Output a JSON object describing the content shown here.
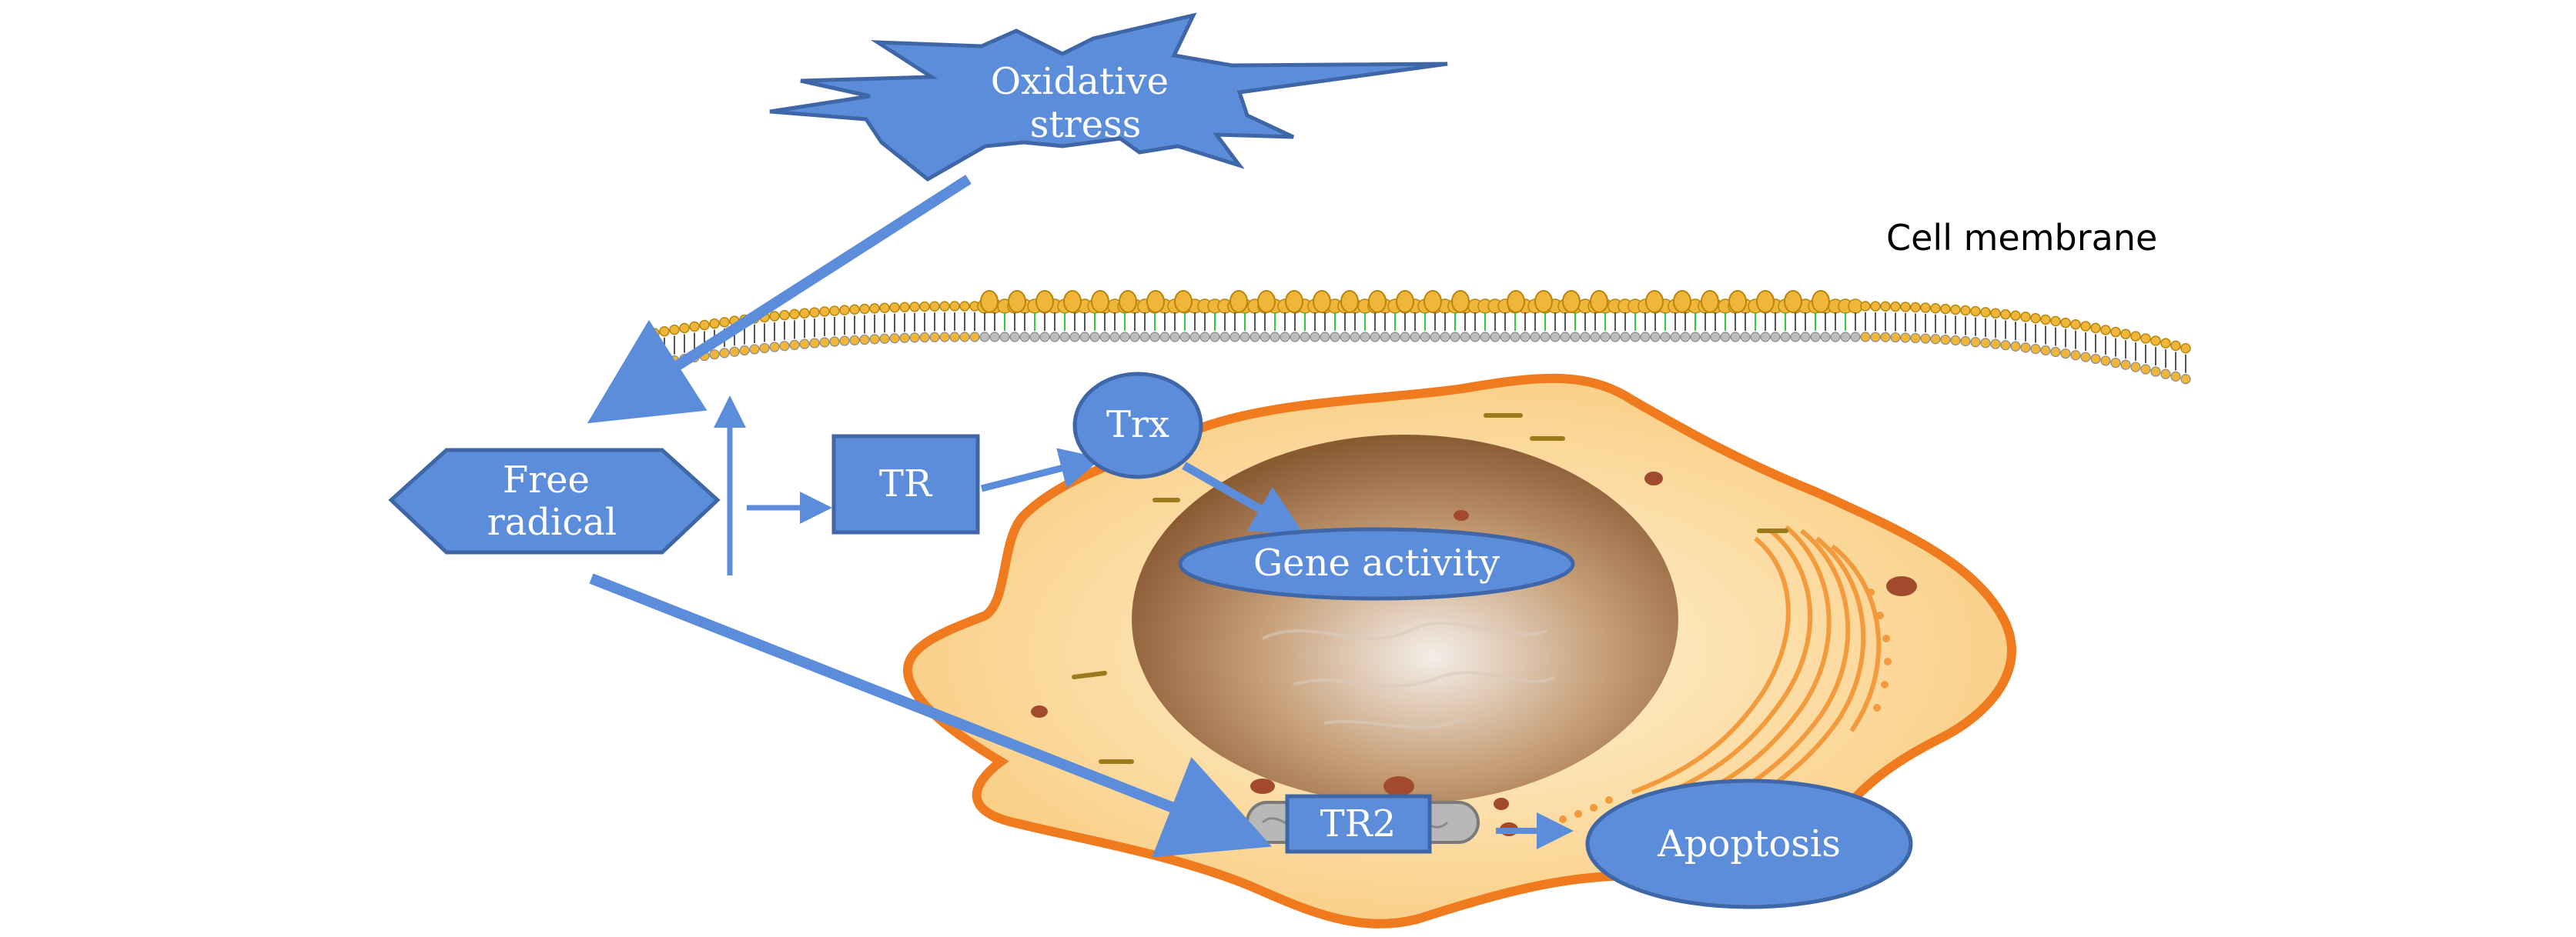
{
  "diagram": {
    "labels": {
      "oxidative_stress": [
        "Oxidative",
        "stress"
      ],
      "cell_membrane": "Cell membrane",
      "free_radical": [
        "Free",
        "radical"
      ],
      "tr": "TR",
      "trx": "Trx",
      "gene_activity": "Gene activity",
      "tr2": "TR2",
      "apoptosis": "Apoptosis"
    },
    "colors": {
      "node_fill": "#5B8DDB",
      "node_stroke": "#3F66A6",
      "arrow": "#5B8DDB",
      "cell_fill": "#FAD596",
      "cell_stroke": "#F07A1E",
      "nucleus": "#A8774A",
      "membrane_head": "#F0B63A",
      "membrane_tail": "#2ECC40",
      "organelle": "#F39A3C"
    }
  }
}
